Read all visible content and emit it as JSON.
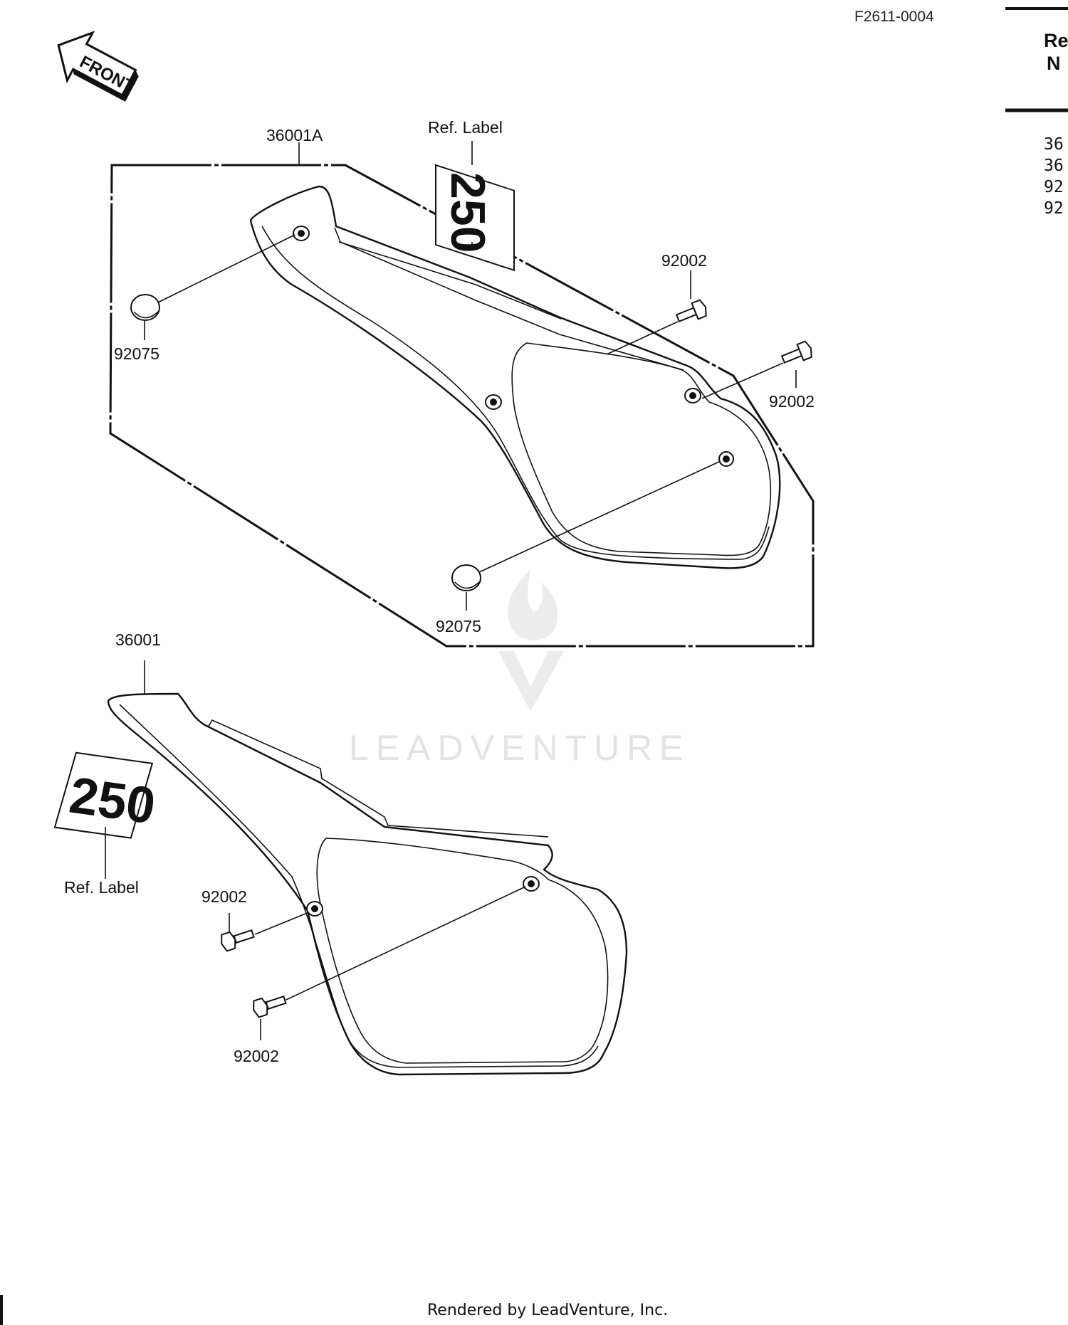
{
  "diagram_code": "F2611-0004",
  "front_label": "FRONT",
  "watermark": "LEADVENTURE",
  "footer": "Rendered by LeadVenture, Inc.",
  "ref_table": {
    "header_line1": "Re",
    "header_line2": "N",
    "rows": [
      "36",
      "36",
      "92",
      "92"
    ]
  },
  "callouts": {
    "cover_a": "36001A",
    "ref_label_top": "Ref. Label",
    "bolt_top_1": "92002",
    "bolt_top_2": "92002",
    "grommet_top_1": "92075",
    "grommet_top_2": "92075",
    "cover_b": "36001",
    "ref_label_bottom": "Ref. Label",
    "bolt_bottom_1": "92002",
    "bolt_bottom_2": "92002"
  },
  "decal_text": "250",
  "colors": {
    "ink": "#111111",
    "watermark": "#e3e3e3",
    "background": "#ffffff"
  }
}
